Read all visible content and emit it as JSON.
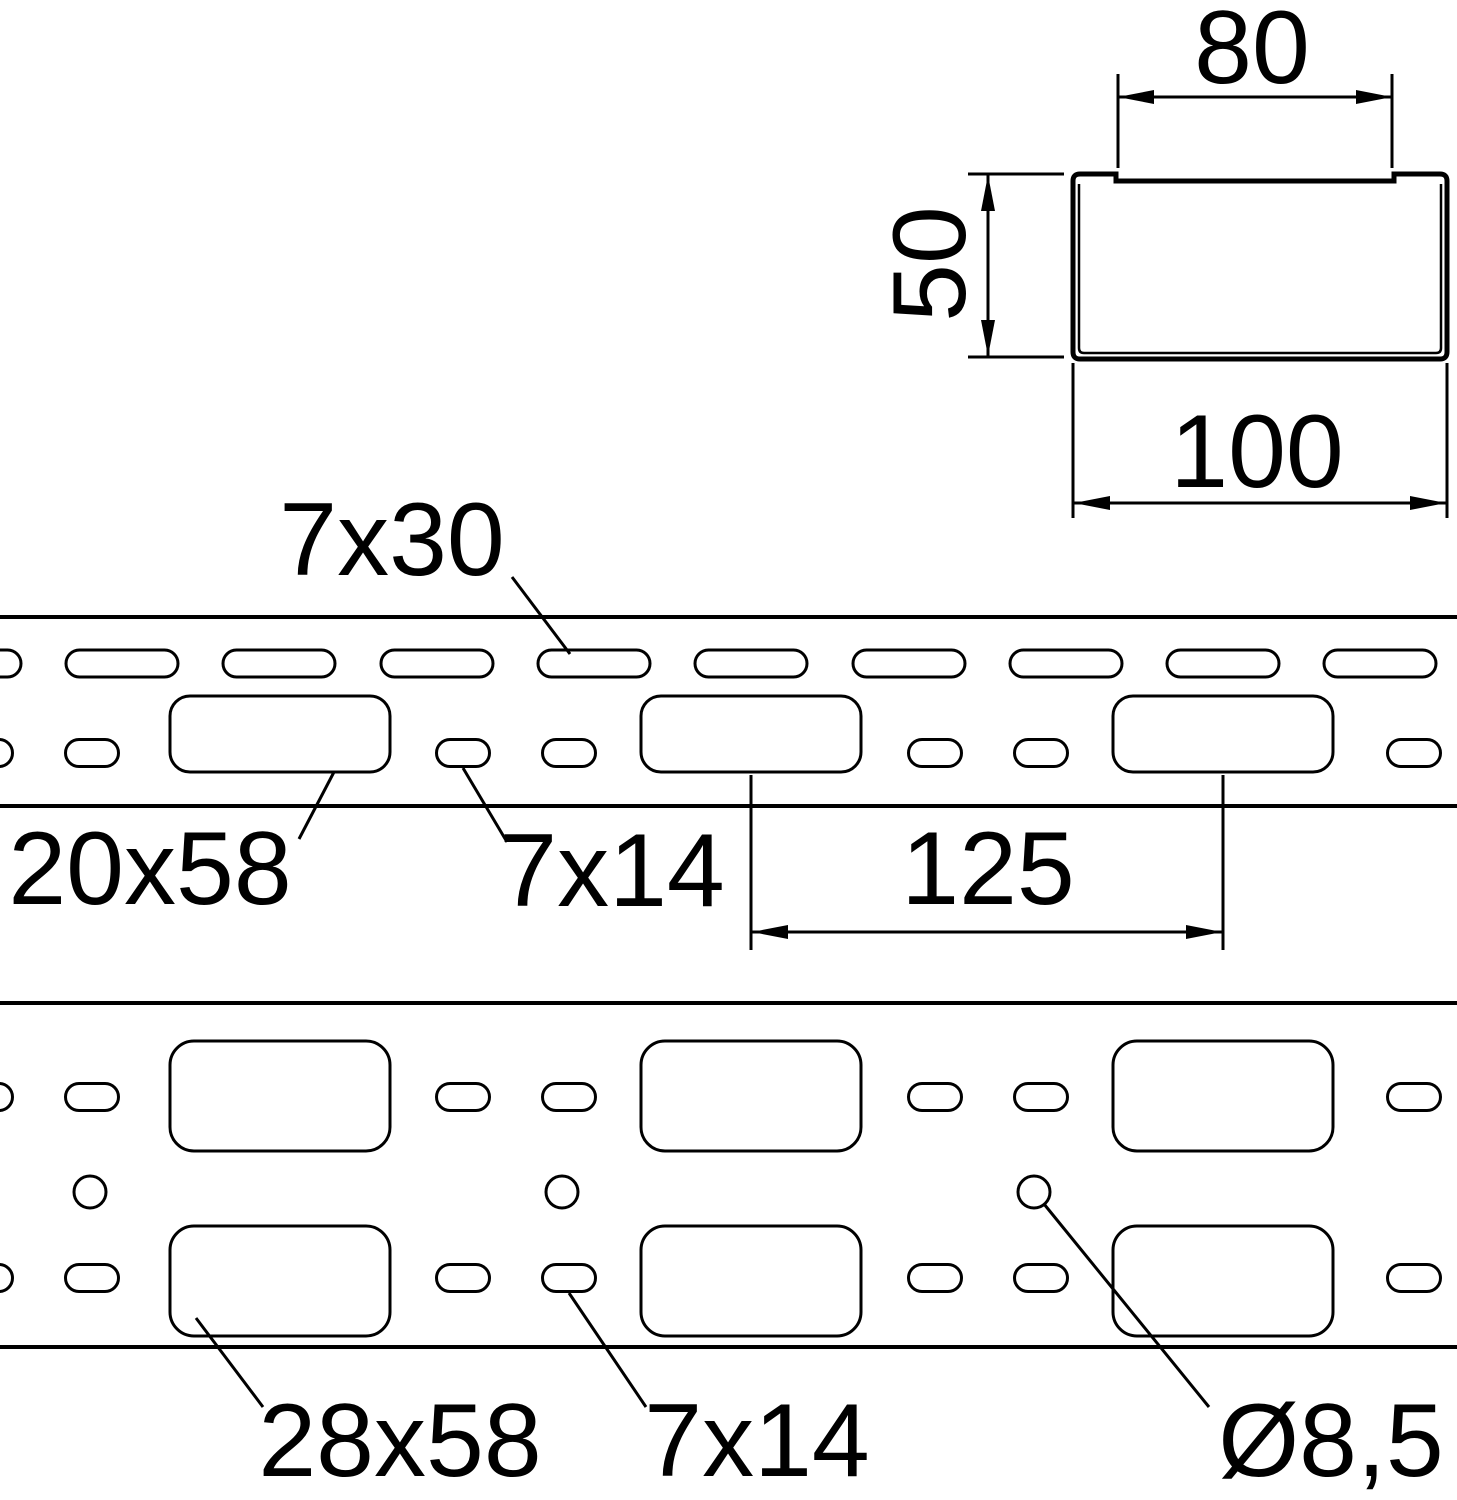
{
  "cross_section": {
    "top_width": "80",
    "height": "50",
    "bottom_width": "100"
  },
  "side_view": {
    "slot_label": "7x30",
    "large_hole_label": "20x58",
    "small_slot_label": "7x14",
    "pitch": "125"
  },
  "plan_view": {
    "large_hole_label": "28x58",
    "small_slot_label": "7x14",
    "round_hole_label": "Ø8,5"
  },
  "colors": {
    "line": "#000000",
    "background": "#ffffff"
  }
}
